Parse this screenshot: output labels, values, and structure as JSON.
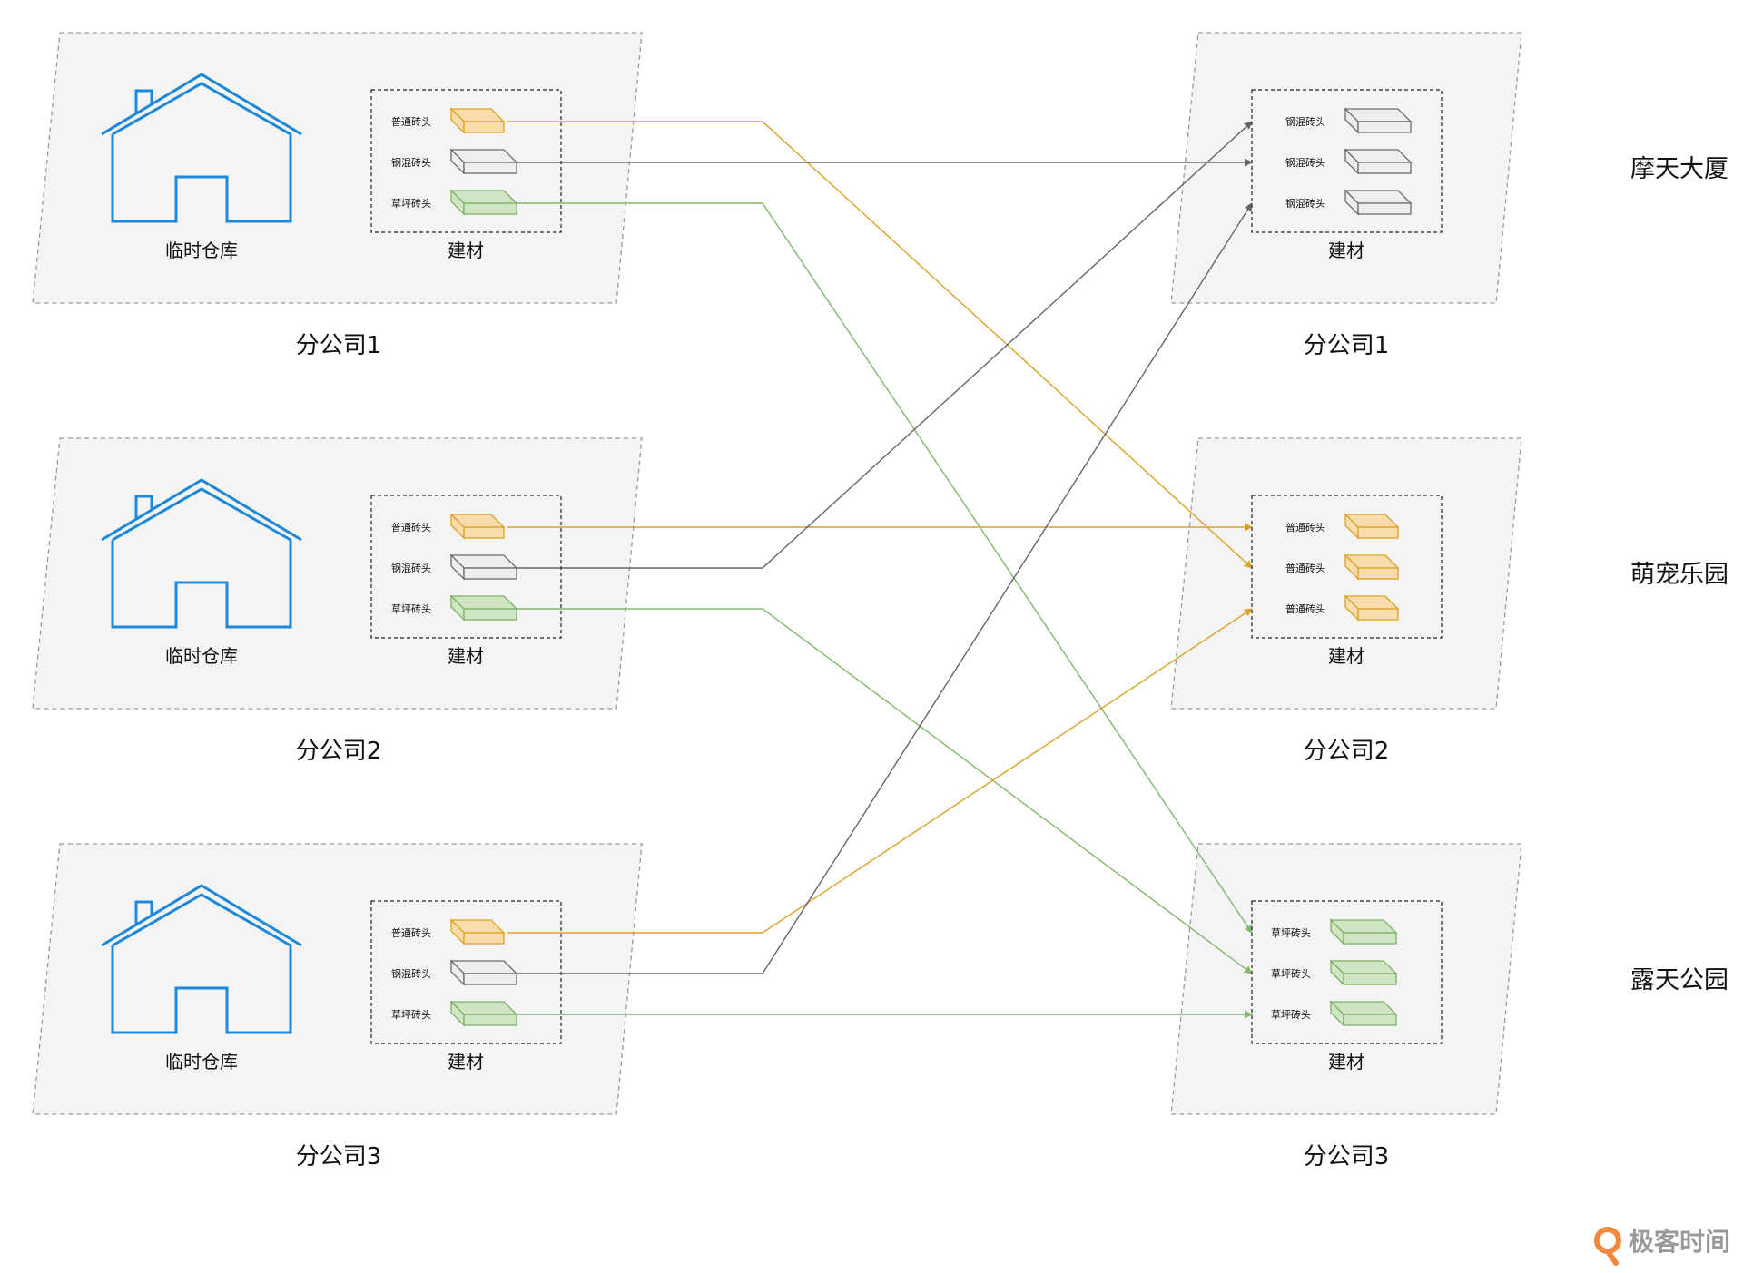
{
  "colors": {
    "panel_fill": "#f4f4f4",
    "panel_border": "#9a9a9a",
    "house": "#1e88d8",
    "orange_stroke": "#d9a326",
    "orange_fill": "#f9dcab",
    "gray_stroke": "#6b6b6b",
    "gray_fill": "#eeeeee",
    "green_stroke": "#7fb067",
    "green_fill": "#cfe5c3",
    "arrow_orange": "#d9a326",
    "arrow_gray": "#666666",
    "arrow_green": "#83b76c",
    "logo_orange": "#f0883e",
    "logo_text": "#9a9a9a"
  },
  "left_companies": [
    {
      "name": "分公司1",
      "warehouse_label": "临时仓库",
      "materials_label": "建材",
      "items": [
        {
          "label": "普通砖头",
          "kind": "orange"
        },
        {
          "label": "钢混砖头",
          "kind": "gray"
        },
        {
          "label": "草坪砖头",
          "kind": "green"
        }
      ]
    },
    {
      "name": "分公司2",
      "warehouse_label": "临时仓库",
      "materials_label": "建材",
      "items": [
        {
          "label": "普通砖头",
          "kind": "orange"
        },
        {
          "label": "钢混砖头",
          "kind": "gray"
        },
        {
          "label": "草坪砖头",
          "kind": "green"
        }
      ]
    },
    {
      "name": "分公司3",
      "warehouse_label": "临时仓库",
      "materials_label": "建材",
      "items": [
        {
          "label": "普通砖头",
          "kind": "orange"
        },
        {
          "label": "钢混砖头",
          "kind": "gray"
        },
        {
          "label": "草坪砖头",
          "kind": "green"
        }
      ]
    }
  ],
  "right_companies": [
    {
      "name": "分公司1",
      "project": "摩天大厦",
      "materials_label": "建材",
      "items": [
        {
          "label": "钢混砖头",
          "kind": "gray"
        },
        {
          "label": "钢混砖头",
          "kind": "gray"
        },
        {
          "label": "钢混砖头",
          "kind": "gray"
        }
      ]
    },
    {
      "name": "分公司2",
      "project": "萌宠乐园",
      "materials_label": "建材",
      "items": [
        {
          "label": "普通砖头",
          "kind": "orange"
        },
        {
          "label": "普通砖头",
          "kind": "orange"
        },
        {
          "label": "普通砖头",
          "kind": "orange"
        }
      ]
    },
    {
      "name": "分公司3",
      "project": "露天公园",
      "materials_label": "建材",
      "items": [
        {
          "label": "草坪砖头",
          "kind": "green"
        },
        {
          "label": "草坪砖头",
          "kind": "green"
        },
        {
          "label": "草坪砖头",
          "kind": "green"
        }
      ]
    }
  ],
  "flows": [
    {
      "from_company": 1,
      "from_item": 1,
      "to_company": 2,
      "to_item": 2,
      "kind": "orange"
    },
    {
      "from_company": 1,
      "from_item": 2,
      "to_company": 1,
      "to_item": 2,
      "kind": "gray"
    },
    {
      "from_company": 1,
      "from_item": 3,
      "to_company": 3,
      "to_item": 1,
      "kind": "green"
    },
    {
      "from_company": 2,
      "from_item": 1,
      "to_company": 2,
      "to_item": 1,
      "kind": "orange"
    },
    {
      "from_company": 2,
      "from_item": 2,
      "to_company": 1,
      "to_item": 1,
      "kind": "gray"
    },
    {
      "from_company": 2,
      "from_item": 3,
      "to_company": 3,
      "to_item": 2,
      "kind": "green"
    },
    {
      "from_company": 3,
      "from_item": 1,
      "to_company": 2,
      "to_item": 3,
      "kind": "orange"
    },
    {
      "from_company": 3,
      "from_item": 2,
      "to_company": 1,
      "to_item": 3,
      "kind": "gray"
    },
    {
      "from_company": 3,
      "from_item": 3,
      "to_company": 3,
      "to_item": 3,
      "kind": "green"
    }
  ],
  "logo": {
    "text": "极客时间",
    "icon": "geektime-logo-icon"
  }
}
